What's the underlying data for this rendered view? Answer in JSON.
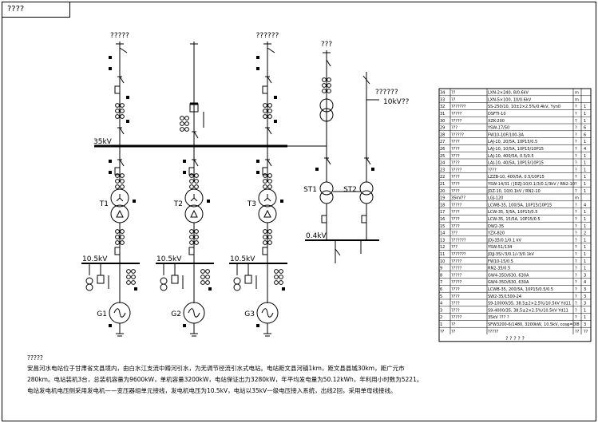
{
  "title_block": "????",
  "units": [
    {
      "top_label": "?????",
      "transformer": "T1",
      "generator": "G1",
      "voltage": "10.5kV"
    },
    {
      "top_label": "",
      "transformer": "T2",
      "generator": "G2",
      "voltage": "10.5kV"
    },
    {
      "top_label": "??????",
      "transformer": "T3",
      "generator": "G3",
      "voltage": "10.5kV"
    }
  ],
  "busbar_label": "35kV",
  "station_service": {
    "top_label": "???",
    "aux_label": "??????",
    "aux_voltage": "10kV??",
    "transformers": [
      "ST1",
      "ST2"
    ],
    "low_bus": "0.4kV"
  },
  "notes": {
    "title": "?????",
    "lines": [
      "安昌河水电站位于甘肃省文县境内，由白水江支流中蹲河引水，为无调节径流引水式电站。电站距文县河镇1km，距文县县城30km，距广元市",
      "280km。电站装机3台，总装机容量为9600kW，单机容量3200kW，电站保证出力3280kW，年平均发电量为50.12kWh，年利用小时数为5221。",
      "电站发电机电压侧采用发电机——变压器组单元接线，发电机电压为10.5kV，电站以35kV一级电压接入系统，出线2回，采用单母线接线。"
    ]
  },
  "equipment_table": {
    "rows": [
      {
        "no": "34",
        "name": "??",
        "spec": "LXN-2×240, 8/0.6kV",
        "unit": "m",
        "qty": ""
      },
      {
        "no": "33",
        "name": "??",
        "spec": "LXN-5×100, 10/0.6kV",
        "unit": "m",
        "qty": ""
      },
      {
        "no": "32",
        "name": "???????",
        "spec": "SS-250/10, 10±2×2.5%/0.4kV, Yyn0",
        "unit": "?",
        "qty": "1"
      },
      {
        "no": "31",
        "name": "?????",
        "spec": "DSFTI-10",
        "unit": "?",
        "qty": "1"
      },
      {
        "no": "30",
        "name": "?????",
        "spec": "XZK-200",
        "unit": "?",
        "qty": "1"
      },
      {
        "no": "29",
        "name": "???",
        "spec": "YSW-17/50",
        "unit": "?",
        "qty": "6"
      },
      {
        "no": "28",
        "name": "??????",
        "spec": "FW10-10F/100-3A",
        "unit": "?",
        "qty": "6"
      },
      {
        "no": "27",
        "name": "????",
        "spec": "LAJ-10, 20/5A, 10P15/0.5",
        "unit": "?",
        "qty": "1"
      },
      {
        "no": "26",
        "name": "????",
        "spec": "LAJ-10, 10/5A, 10P15/10P15",
        "unit": "?",
        "qty": "4"
      },
      {
        "no": "25",
        "name": "????",
        "spec": "LAJ-10, 400/5A, 0.5/0.5",
        "unit": "?",
        "qty": "1"
      },
      {
        "no": "24",
        "name": "????",
        "spec": "LAJ-10, 40/5A, 10P15/10P15",
        "unit": "?",
        "qty": "1"
      },
      {
        "no": "23",
        "name": "?????",
        "spec": "????",
        "unit": "?",
        "qty": "1"
      },
      {
        "no": "22",
        "name": "????",
        "spec": "LZZB-10, 400/5A, 0.5/10P15",
        "unit": "?",
        "qty": "1"
      },
      {
        "no": "21",
        "name": "????",
        "spec": "YSW-14/31 / JDZJ-10/0.1/3/0.1/3kV / RN2-10",
        "unit": "?",
        "qty": "1"
      },
      {
        "no": "20",
        "name": "????",
        "spec": "JDZ-10, 10/0.1kV / RN2-10",
        "unit": "?",
        "qty": "1"
      },
      {
        "no": "19",
        "name": "35kV??",
        "spec": "LGJ-120",
        "unit": "m",
        "qty": ""
      },
      {
        "no": "18",
        "name": "?????",
        "spec": "LCWB-35, 100/5A, 10P15/10P15",
        "unit": "?",
        "qty": "4"
      },
      {
        "no": "17",
        "name": "????",
        "spec": "LCW-35, 5/5A, 10P15/0.5",
        "unit": "?",
        "qty": "1"
      },
      {
        "no": "16",
        "name": "????",
        "spec": "LCW-35, 15/5A, 10P15/0.5",
        "unit": "?",
        "qty": "1"
      },
      {
        "no": "15",
        "name": "????",
        "spec": "DW2-35",
        "unit": "?",
        "qty": "1"
      },
      {
        "no": "14",
        "name": "???",
        "spec": "YZX-820",
        "unit": "?",
        "qty": "2"
      },
      {
        "no": "13",
        "name": "???????",
        "spec": "JDJ-35/0.1/0.1 kV",
        "unit": "?",
        "qty": "1"
      },
      {
        "no": "12",
        "name": "???",
        "spec": "YSW-51/134",
        "unit": "?",
        "qty": "1"
      },
      {
        "no": "11",
        "name": "???????",
        "spec": "JDJJ-35/√3/0.1/√3/0.1kV",
        "unit": "?",
        "qty": "1"
      },
      {
        "no": "10",
        "name": "?????",
        "spec": "FW10-15/0.5",
        "unit": "?",
        "qty": "1"
      },
      {
        "no": "9",
        "name": "?????",
        "spec": "RN2-35/0.5",
        "unit": "?",
        "qty": "1"
      },
      {
        "no": "8",
        "name": "?????",
        "spec": "GW4-35D/630, 630A",
        "unit": "?",
        "qty": "3"
      },
      {
        "no": "7",
        "name": "?????",
        "spec": "GW4-35D/630, 630A",
        "unit": "?",
        "qty": "4"
      },
      {
        "no": "6",
        "name": "????",
        "spec": "LCWB-35, 200/5A, 10P15/0.5/0.5",
        "unit": "?",
        "qty": "3"
      },
      {
        "no": "5",
        "name": "????",
        "spec": "SW2-35/1500-24",
        "unit": "?",
        "qty": "3"
      },
      {
        "no": "4",
        "name": "????",
        "spec": "S9-10000/35, 38.5±2×2.5%/10.5kV Yd11",
        "unit": "?",
        "qty": "3"
      },
      {
        "no": "3",
        "name": "????",
        "spec": "S9-4000/35, 38.5±2×2.5%/10.5kV Yd11",
        "unit": "?",
        "qty": "1"
      },
      {
        "no": "2",
        "name": "?????",
        "spec": "35kV ??? ?",
        "unit": "?",
        "qty": "1"
      },
      {
        "no": "1",
        "name": "??",
        "spec": "SFW3200-6/1480, 3200kW, 10.5kV, cosφ=0.8",
        "unit": "?",
        "qty": "3"
      }
    ],
    "header": {
      "no": "??",
      "name": "??",
      "spec": "?????",
      "unit": "??",
      "qty": "??"
    },
    "footer": "? ? ? ? ?"
  }
}
